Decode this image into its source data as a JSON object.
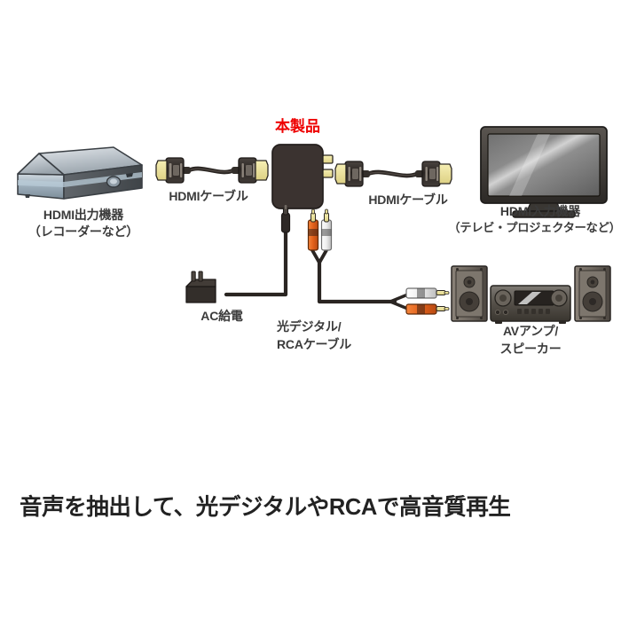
{
  "diagram": {
    "title_red": "本製品",
    "devices": [
      {
        "id": "hdmi-source",
        "icon": "recorder-icon",
        "label_line1": "HDMI出力機器",
        "label_line2": "（レコーダーなど）"
      },
      {
        "id": "hdmi-sink",
        "icon": "television-icon",
        "label_line1": "HDMI入力機器",
        "label_line2": "（テレビ・プロジェクターなど）"
      },
      {
        "id": "av-amp",
        "icon": "speaker-amp-icon",
        "label_line1": "AVアンプ/",
        "label_line2": "スピーカー"
      }
    ],
    "cables": [
      {
        "id": "hdmi-cable-left",
        "label": "HDMIケーブル",
        "icon": "hdmi-cable-icon"
      },
      {
        "id": "hdmi-cable-right",
        "label": "HDMIケーブル",
        "icon": "hdmi-cable-icon"
      },
      {
        "id": "ac-power",
        "label": "AC給電",
        "icon": "ac-adapter-icon"
      },
      {
        "id": "audio-cable",
        "label_line1": "光デジタル/",
        "label_line2": "RCAケーブル",
        "icon": "rca-cable-icon"
      }
    ]
  },
  "headline": "音声を抽出して、光デジタルやRCAで高音質再生",
  "colors": {
    "accent_red": "#ee0000",
    "label_gray": "#3b3b3b",
    "headline_black": "#222222",
    "device_body": "#3b3330",
    "connector_gold": "#f2e9a4",
    "rca_orange": "#e8641c",
    "rca_white": "#f2f2f2",
    "background": "#ffffff"
  }
}
